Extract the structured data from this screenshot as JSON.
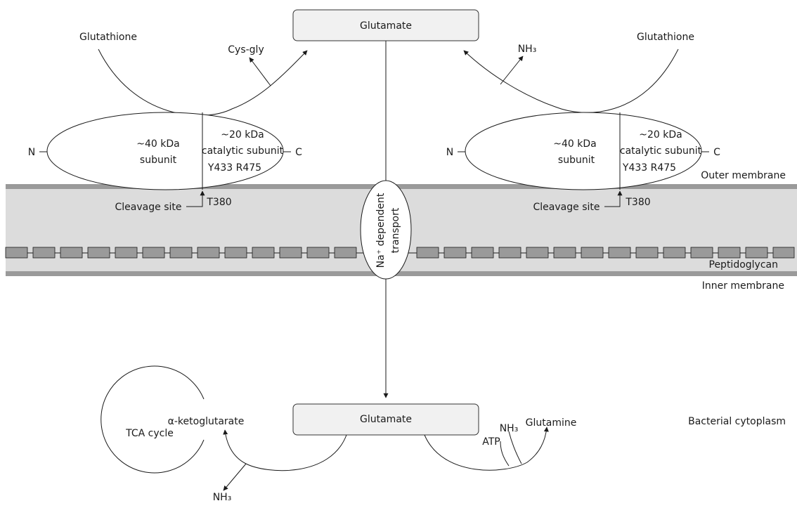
{
  "labels": {
    "glutamate_top": "Glutamate",
    "glutamate_bottom": "Glutamate",
    "glutathione_left": "Glutathione",
    "glutathione_right": "Glutathione",
    "cys_gly": "Cys-gly",
    "nh3_top": "NH₃",
    "enzyme_left": {
      "n": "N",
      "c": "C",
      "large_line1": "~40 kDa",
      "large_line2": "subunit",
      "small_line1": "~20 kDa",
      "small_line2": "catalytic subunit",
      "small_line3": "Y433 R475",
      "cleavage_site": "Cleavage site",
      "cleavage_residue": "T380"
    },
    "enzyme_right": {
      "n": "N",
      "c": "C",
      "large_line1": "~40 kDa",
      "large_line2": "subunit",
      "small_line1": "~20 kDa",
      "small_line2": "catalytic subunit",
      "small_line3": "Y433 R475",
      "cleavage_site": "Cleavage site",
      "cleavage_residue": "T380"
    },
    "transporter_line1": "Na⁺ dependent",
    "transporter_line2": "transport",
    "outer_membrane": "Outer membrane",
    "peptidoglycan": "Peptidoglycan",
    "inner_membrane": "Inner membrane",
    "tca_cycle": "TCA cycle",
    "alpha_ketoglutarate": "α-ketoglutarate",
    "nh3_bottom": "NH₃",
    "atp": "ATP",
    "nh3_glutamine": "NH₃",
    "glutamine": "Glutamine",
    "bacterial_cytoplasm": "Bacterial cytoplasm"
  },
  "colors": {
    "periplasm": "#dcdcdc",
    "membrane_line": "#9a9a9a",
    "peptidoglycan_block": "#9a9a9a",
    "box_fill": "#f1f1f1"
  }
}
